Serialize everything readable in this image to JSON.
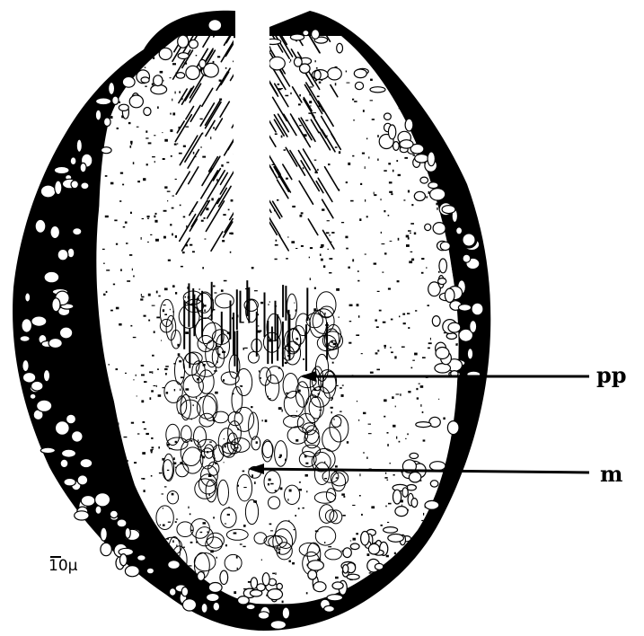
{
  "labels": {
    "pp": "pp",
    "m": "m"
  },
  "scale_bar": {
    "text": "10µ"
  },
  "colors": {
    "ink": "#000000",
    "paper": "#ffffff"
  }
}
